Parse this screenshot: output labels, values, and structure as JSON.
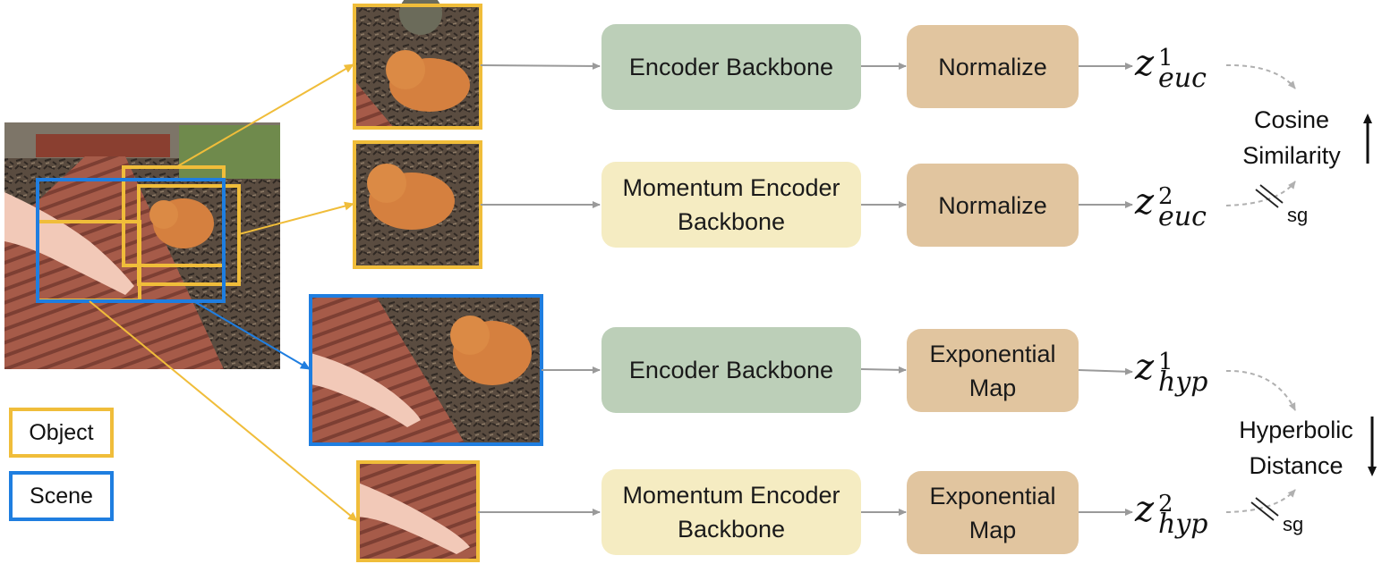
{
  "colors": {
    "object": "#f0bd3a",
    "scene": "#1f7ee0",
    "encoder": "#bccfb8",
    "momentum": "#f5ecc2",
    "op": "#e1c59f",
    "arrow": "#9a9a9a"
  },
  "legend": {
    "object": "Object",
    "scene": "Scene"
  },
  "rows": [
    {
      "encoder": "Encoder Backbone",
      "op": "Normalize",
      "z_base": "z",
      "z_sub": "euc",
      "z_sup": "1"
    },
    {
      "encoder": "Momentum Encoder Backbone",
      "op": "Normalize",
      "z_base": "z",
      "z_sub": "euc",
      "z_sup": "2"
    },
    {
      "encoder": "Encoder Backbone",
      "op": "Exponential Map",
      "z_base": "z",
      "z_sub": "hyp",
      "z_sup": "1"
    },
    {
      "encoder": "Momentum Encoder Backbone",
      "op": "Exponential Map",
      "z_base": "z",
      "z_sub": "hyp",
      "z_sup": "2"
    }
  ],
  "losses": {
    "cosine": {
      "label": "Cosine Similarity",
      "direction": "up"
    },
    "hyperbolic": {
      "label": "Hyperbolic Distance",
      "direction": "down"
    }
  },
  "stop_grad_label": "sg",
  "images": {
    "scene_photo": "garden deck with orange kitten and hand",
    "crop_object_1": "orange kitten close-up",
    "crop_object_2": "orange kitten crop",
    "crop_scene": "scene crop with hand and kitten",
    "crop_object_hand": "hand on wooden deck"
  }
}
